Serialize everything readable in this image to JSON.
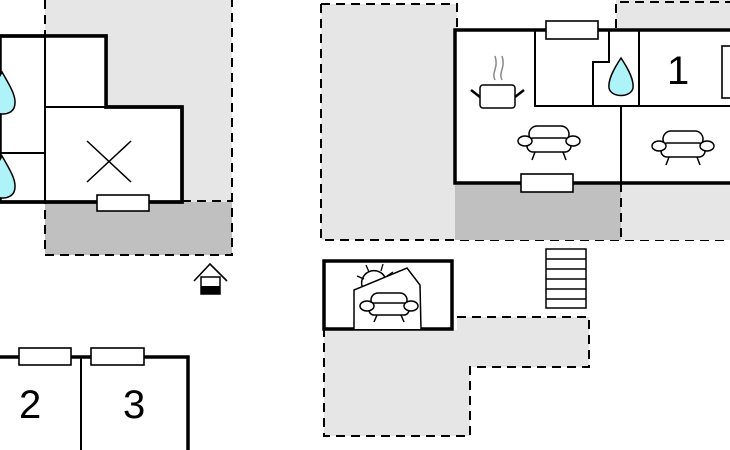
{
  "plan": {
    "rooms": [
      {
        "id": "bedroom-1",
        "label": "1"
      },
      {
        "id": "bedroom-2",
        "label": "2"
      },
      {
        "id": "bedroom-3",
        "label": "3"
      }
    ],
    "colors": {
      "terrace_light": "#e6e6e6",
      "terrace_dark": "#c0c0c0",
      "water": "#aef3f7",
      "wall": "#000000",
      "background": "#ffffff"
    },
    "icons": [
      "water-drop-icon",
      "kitchen-pot-icon",
      "sofa-icon",
      "sunroom-icon",
      "entrance-icon",
      "stairs-icon",
      "cross-icon"
    ]
  }
}
